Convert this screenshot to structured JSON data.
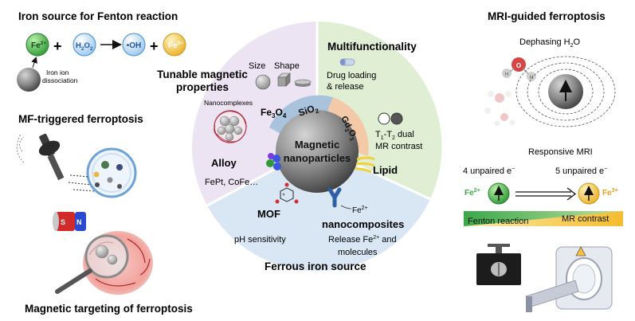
{
  "left_panel": {
    "iron_source_title": "Iron source for Fenton reaction",
    "fe2_label": "Fe",
    "fe2_sup": "2+",
    "plus_1": "+",
    "h2o2_h": "H",
    "h2o2_sub1": "2",
    "h2o2_o": "O",
    "h2o2_sub2": "2",
    "oh_label": "•OH",
    "plus_2": "+",
    "fe3_label": "Fe",
    "fe3_sup": "3+",
    "iron_ion_line1": "Iron ion",
    "iron_ion_line2": "dissociation",
    "mf_title": "MF-triggered ferroptosis",
    "magnet_letter_s": "S",
    "magnet_letter_n": "N",
    "targeting_title": "Magnetic targeting of ferroptosis"
  },
  "center": {
    "core_line1": "Magnetic",
    "core_line2": "nanoparticles",
    "tunable_line1": "Tunable magnetic",
    "tunable_line2": "properties",
    "size_label": "Size",
    "shape_label": "Shape",
    "nanocomplexes_label": "Nanocomplexes",
    "fe3o4_main": "Fe",
    "fe3o4_sub1": "3",
    "fe3o4_o": "O",
    "fe3o4_sub2": "4",
    "alloy_label": "Alloy",
    "alloy_examples": "FePt, CoFe…",
    "mof_label": "MOF",
    "ph_label": "pH sensitivity",
    "multifunctionality_title": "Multifunctionality",
    "drug_line1": "Drug loading",
    "drug_line2": "& release",
    "sio2_main": "SiO",
    "sio2_sub": "2",
    "gd2o3_text": "Gd",
    "gd2o3_sub1": "2",
    "gd2o3_o": "O",
    "gd2o3_sub2": "3",
    "t1t2_line1_t1": "T",
    "t1t2_sub1": "1",
    "t1t2_dash": "-T",
    "t1t2_sub2": "2",
    "t1t2_rest": " dual",
    "t1t2_line2": "MR contrast",
    "lipid_label": "Lipid",
    "fe2_small": "Fe",
    "fe2_small_sup": "2+",
    "nanocomposites_label": "nanocomposites",
    "release_line1": "Release Fe",
    "release_sup": "2+",
    "release_line1_end": " and",
    "release_line2": "molecules",
    "ferrous_title": "Ferrous iron source"
  },
  "right_panel": {
    "mri_title": "MRI-guided ferroptosis",
    "dephasing_label": "Dephasing H",
    "dephasing_sub": "2",
    "dephasing_o": "O",
    "h_atom": "H",
    "o_atom": "O",
    "responsive_label": "Responsive MRI",
    "unpaired_4": "4 unpaired e",
    "unpaired_4_sup": "−",
    "unpaired_5": "5 unpaired e",
    "unpaired_5_sup": "−",
    "fe2_label": "Fe",
    "fe2_sup": "2+",
    "fe3_label": "Fe",
    "fe3_sup": "3+",
    "fenton_label": "Fenton reaction",
    "mr_contrast_label": "MR contrast"
  },
  "colors": {
    "purple_sector": "#ece3f3",
    "green_sector": "#e0efd4",
    "blue_sector": "#d9e7f4",
    "fe2_green": "#45b649",
    "fe3_yellow": "#f6c23e",
    "h2o2_blue": "#3f8fd6",
    "sio2_band": "#a9c3dd",
    "gd2o3_band": "#f3c9a8",
    "lipid_yellow": "#f0d23a"
  }
}
